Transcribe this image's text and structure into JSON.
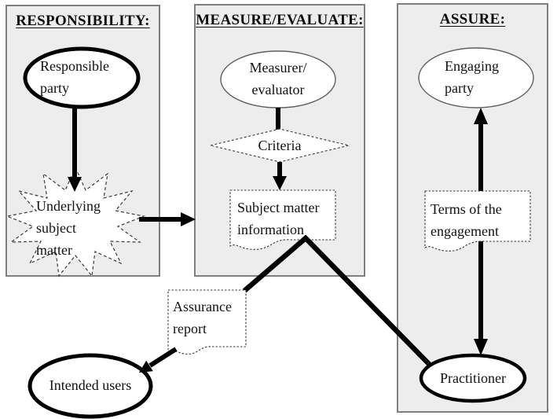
{
  "diagram": {
    "panels": {
      "responsibility": {
        "title": "RESPONSIBILITY:"
      },
      "measure_evaluate": {
        "title": "MEASURE/EVALUATE:"
      },
      "assure": {
        "title": "ASSURE:"
      }
    },
    "nodes": {
      "responsible_party": {
        "label": "Responsible\nparty"
      },
      "underlying_subject_matter": {
        "label": "Underlying\nsubject\nmatter"
      },
      "measurer_evaluator": {
        "label": "Measurer/\nevaluator"
      },
      "criteria": {
        "label": "Criteria"
      },
      "subject_matter_information": {
        "label": "Subject matter\ninformation"
      },
      "engaging_party": {
        "label": "Engaging\nparty"
      },
      "terms_of_engagement": {
        "label": "Terms of the\nengagement"
      },
      "practitioner": {
        "label": "Practitioner"
      },
      "assurance_report": {
        "label": "Assurance\nreport"
      },
      "intended_users": {
        "label": "Intended users"
      }
    },
    "colors": {
      "panel_fill": "#ededed",
      "panel_border": "#7f7f7f",
      "shape_fill": "#ffffff",
      "stroke_bold": "#000000",
      "stroke_thin": "#5f5f5f",
      "stroke_dashed": "#3a3a3a",
      "text": "#111111"
    }
  }
}
